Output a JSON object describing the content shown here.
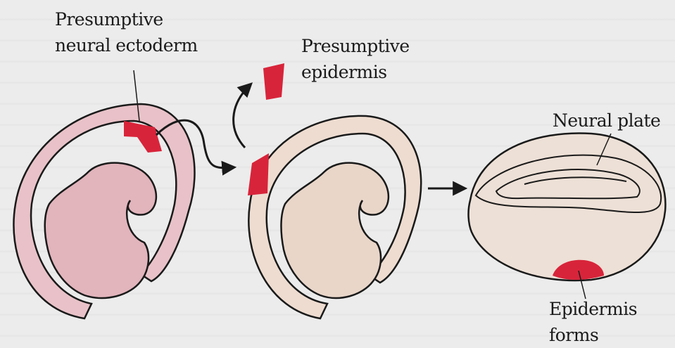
{
  "labels": {
    "presumptive_neural_ectoderm_line1": "Presumptive",
    "presumptive_neural_ectoderm_line2": "neural ectoderm",
    "presumptive_epidermis_line1": "Presumptive",
    "presumptive_epidermis_line2": "epidermis",
    "neural_plate": "Neural plate",
    "epidermis_forms_line1": "Epidermis",
    "epidermis_forms_line2": "forms"
  },
  "colors": {
    "background": "#ececec",
    "embryo_pink": "#e8c2c8",
    "embryo_beige": "#eedcd0",
    "tissue_red": "#d8243a",
    "outline": "#1a1a1a"
  }
}
